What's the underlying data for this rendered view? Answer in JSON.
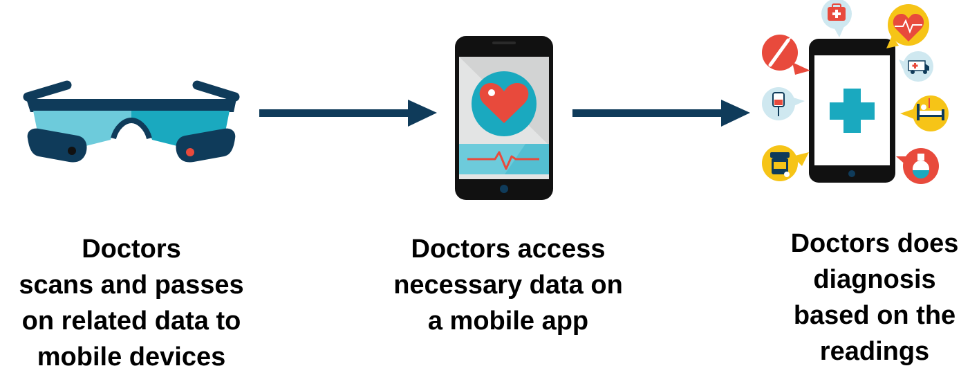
{
  "steps": [
    {
      "caption_lines": [
        "Doctors",
        "scans and passes",
        "on related data to",
        "mobile devices"
      ]
    },
    {
      "caption_lines": [
        "Doctors access",
        "necessary data on",
        "a mobile app"
      ]
    },
    {
      "caption_lines": [
        "Doctors does",
        "diagnosis",
        "based on the",
        "readings"
      ]
    }
  ],
  "icons": {
    "step1": "smart-glasses-icon",
    "step2": "phone-heart-monitor-icon",
    "step3": "phone-medical-cross-icon",
    "connector": "arrow-right-icon"
  },
  "colors": {
    "navy": "#0f3b5a",
    "teal": "#1aa9bf",
    "light_teal": "#6dcbdb",
    "red": "#e84a3c",
    "yellow": "#f6c417",
    "dark": "#111111"
  }
}
